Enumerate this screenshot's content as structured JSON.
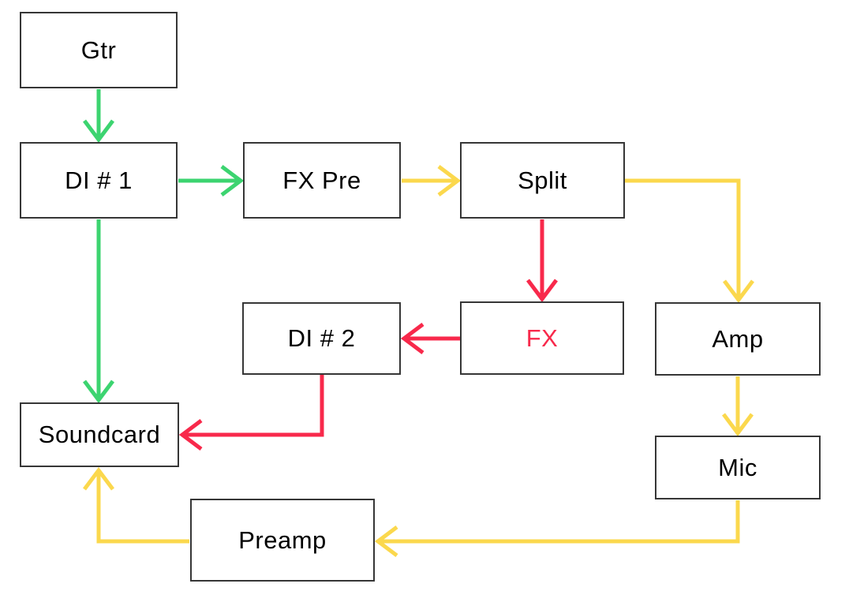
{
  "colors": {
    "green": "#3cd470",
    "yellow": "#fbd84d",
    "red": "#f8294b",
    "box_border": "#363636",
    "text": "#000000",
    "background": "#ffffff"
  },
  "nodes": [
    {
      "id": "gtr",
      "label": "Gtr"
    },
    {
      "id": "di1",
      "label": "DI # 1"
    },
    {
      "id": "fxpre",
      "label": "FX Pre"
    },
    {
      "id": "split",
      "label": "Split"
    },
    {
      "id": "di2",
      "label": "DI # 2"
    },
    {
      "id": "fx",
      "label": "FX",
      "label_color": "#f8294b"
    },
    {
      "id": "amp",
      "label": "Amp"
    },
    {
      "id": "soundcard",
      "label": "Soundcard"
    },
    {
      "id": "mic",
      "label": "Mic"
    },
    {
      "id": "preamp",
      "label": "Preamp"
    }
  ],
  "edges": [
    {
      "from": "Gtr",
      "to": "DI # 1",
      "color": "green"
    },
    {
      "from": "DI # 1",
      "to": "FX Pre",
      "color": "green"
    },
    {
      "from": "DI # 1",
      "to": "Soundcard",
      "color": "green"
    },
    {
      "from": "FX Pre",
      "to": "Split",
      "color": "yellow"
    },
    {
      "from": "Split",
      "to": "FX",
      "color": "red"
    },
    {
      "from": "Split",
      "to": "Amp",
      "color": "yellow"
    },
    {
      "from": "FX",
      "to": "DI # 2",
      "color": "red"
    },
    {
      "from": "DI # 2",
      "to": "Soundcard",
      "color": "red"
    },
    {
      "from": "Amp",
      "to": "Mic",
      "color": "yellow"
    },
    {
      "from": "Mic",
      "to": "Preamp",
      "color": "yellow"
    },
    {
      "from": "Preamp",
      "to": "Soundcard",
      "color": "yellow"
    }
  ]
}
